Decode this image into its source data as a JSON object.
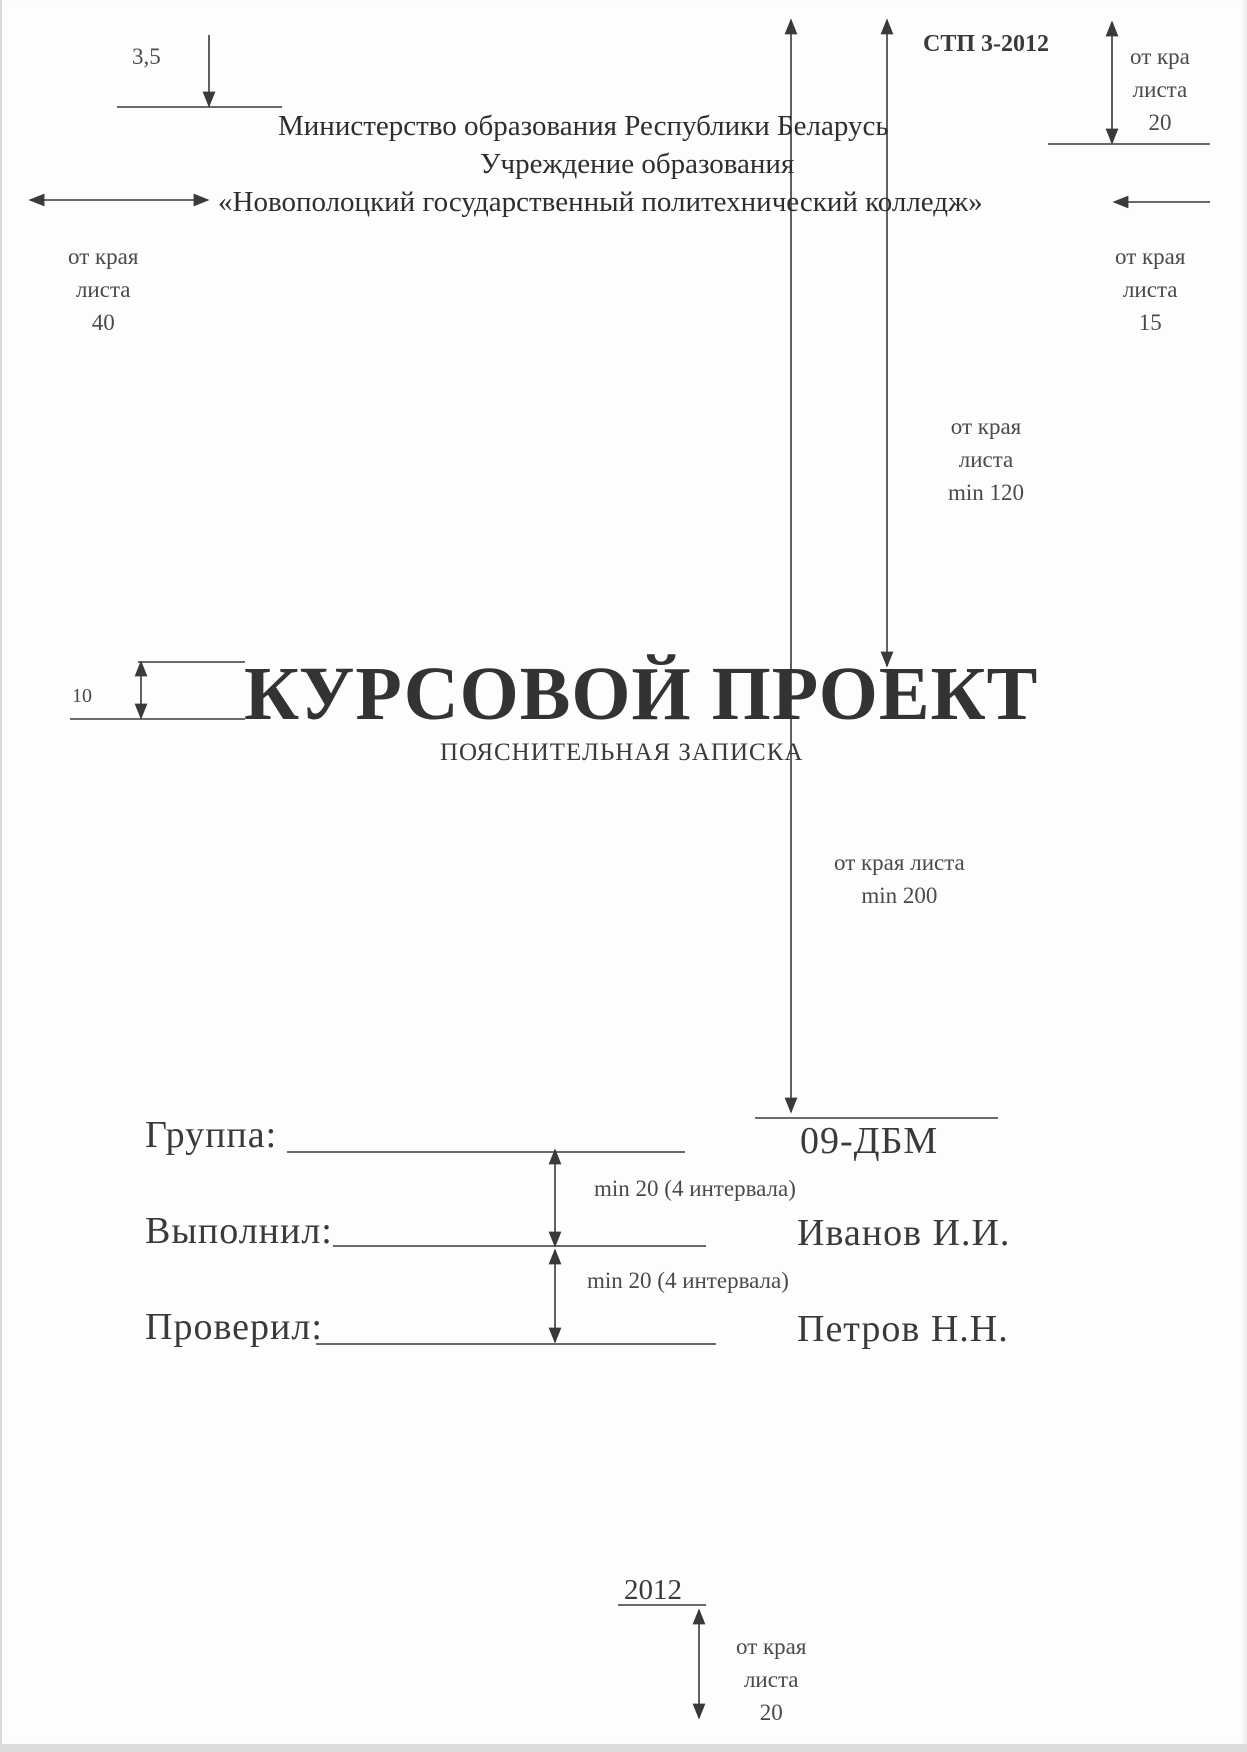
{
  "header": {
    "standard": "СТП 3-2012",
    "ministry": "Министерство   образования  Республики  Беларусь",
    "institution_type": "Учреждение образования",
    "college": "«Новополоцкий государственный политехнический колледж»"
  },
  "annotations": {
    "font_size_top": "3,5",
    "top_margin": "от кра\nлиста\n20",
    "left_margin": "от края\nлиста\n40",
    "right_margin": "от края\nлиста\n15",
    "title_offset": "от края\nлиста\nmin 120",
    "title_font_size": "10",
    "group_offset": "от края листа\nmin 200",
    "interval_1": "min 20 (4 интервала)",
    "interval_2": "min 20 (4 интервала)",
    "bottom_margin": "от края\nлиста\n20"
  },
  "title": "КУРСОВОЙ   ПРОЕКТ",
  "subtitle": "ПОЯСНИТЕЛЬНАЯ ЗАПИСКА",
  "fields": [
    {
      "label": "Группа:",
      "value": "09-ДБМ"
    },
    {
      "label": "Выполнил:",
      "value": "Иванов И.И."
    },
    {
      "label": "Проверил:",
      "value": "Петров Н.Н."
    }
  ],
  "year": "2012",
  "colors": {
    "ink": "#3a3a3a",
    "annotation": "#4a4a4a",
    "paper": "#fdfdfd"
  }
}
